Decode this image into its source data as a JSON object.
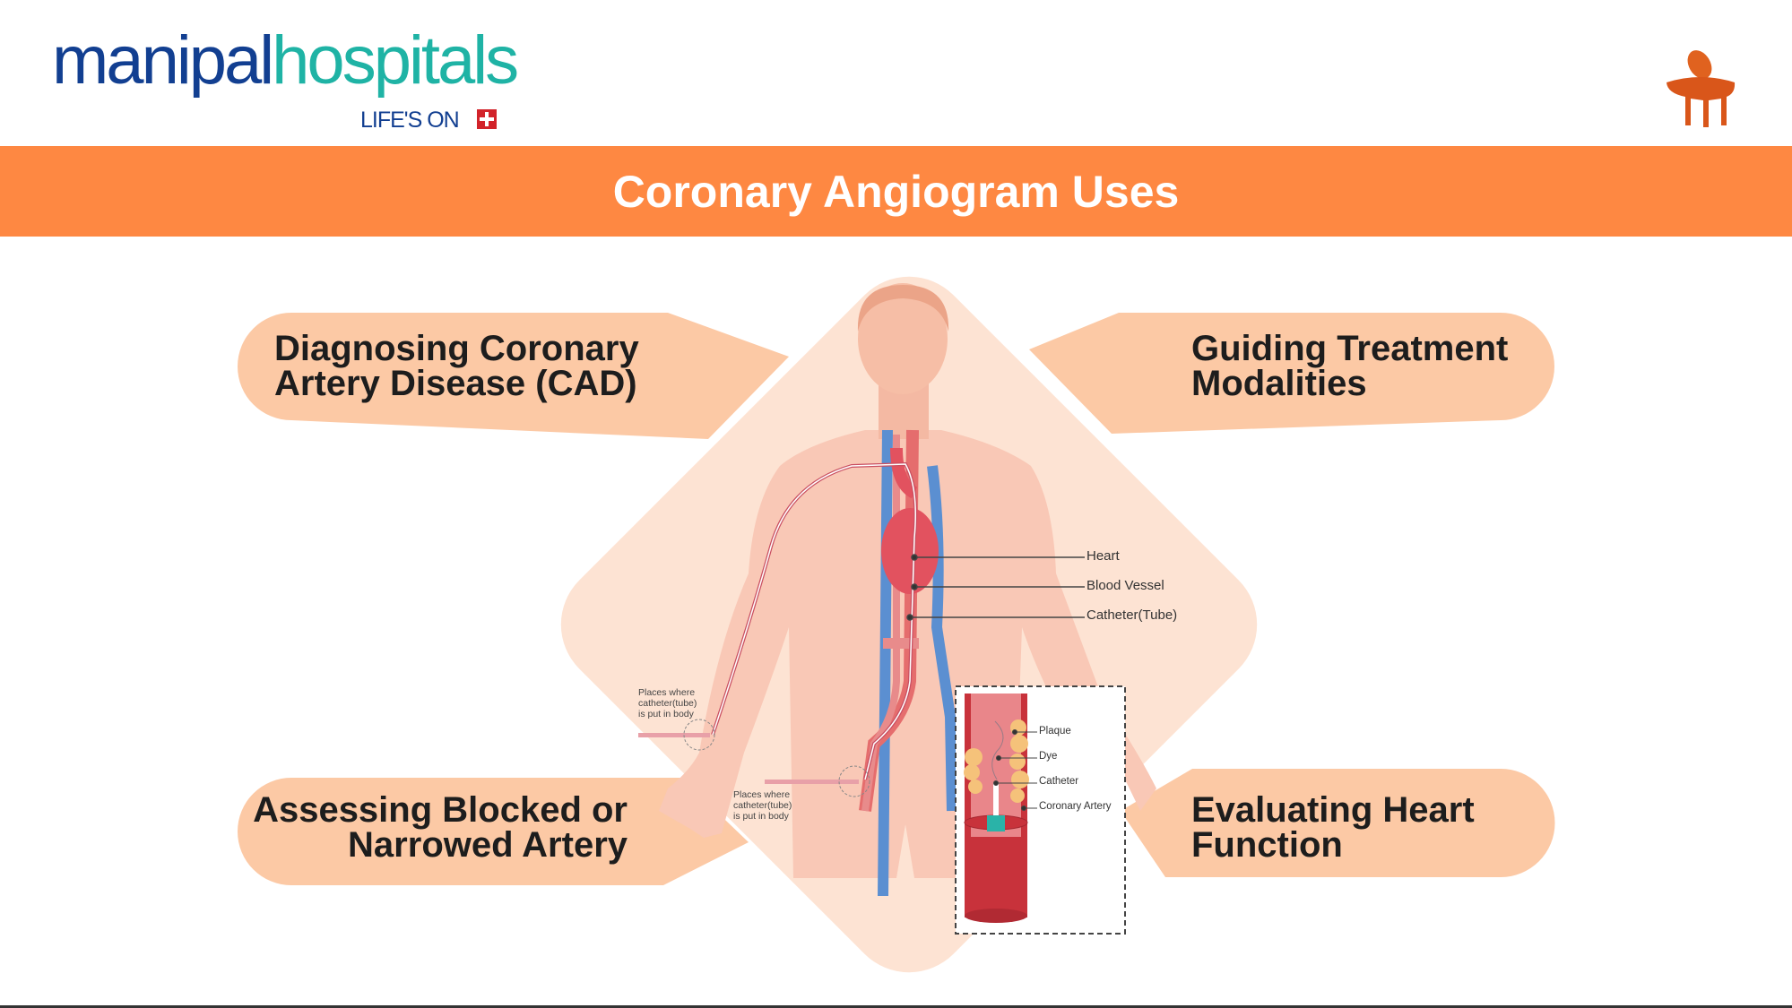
{
  "brand": {
    "logo_part1": "manipal",
    "logo_part2": "hospitals",
    "tagline": "LIFE'S ON",
    "colors": {
      "primary": "#123f91",
      "teal": "#1fb3a5",
      "orange": "#fe8842",
      "pill": "#fcc9a5",
      "diamond": "#fde3d3"
    }
  },
  "header": {
    "title": "Coronary Angiogram Uses"
  },
  "uses": [
    {
      "line1": "Diagnosing Coronary",
      "line2": "Artery Disease (CAD)"
    },
    {
      "line1": "Guiding Treatment",
      "line2": "Modalities"
    },
    {
      "line1": "Assessing Blocked or",
      "line2": "Narrowed Artery"
    },
    {
      "line1": "Evaluating Heart",
      "line2": "Function"
    }
  ],
  "body_labels": {
    "heart": "Heart",
    "blood_vessel": "Blood Vessel",
    "catheter_tube": "Catheter(Tube)"
  },
  "insertion_label": {
    "line1": "Places where",
    "line2": "catheter(tube)",
    "line3": "is put in body"
  },
  "inset_labels": {
    "plaque": "Plaque",
    "dye": "Dye",
    "catheter": "Catheter",
    "coronary_artery": "Coronary Artery"
  }
}
